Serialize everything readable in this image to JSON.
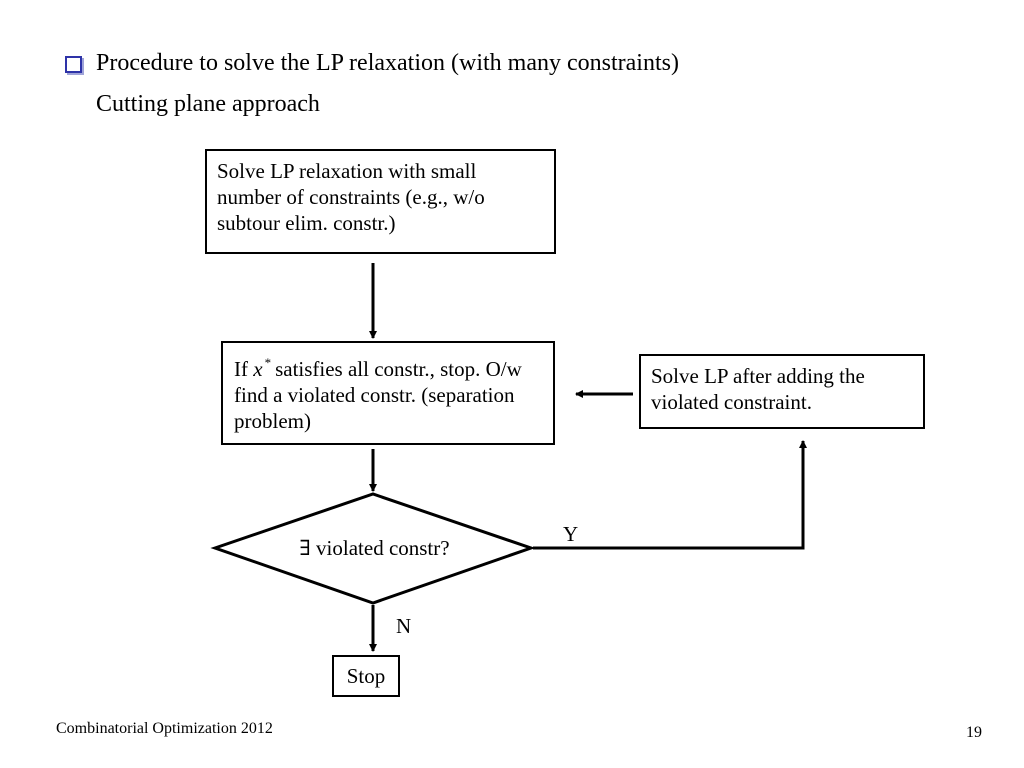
{
  "heading": "Procedure to solve the LP relaxation (with many constraints)",
  "subheading": "Cutting plane approach",
  "nodes": {
    "solve_small": "Solve LP relaxation with small number of constraints (e.g., w/o subtour elim. constr.)",
    "check": {
      "prefix": "If",
      "var": "x",
      "sup": "*",
      "suffix": "satisfies all constr., stop. O/w find a violated constr. (separation problem)"
    },
    "decision": "∃ violated constr?",
    "resolve": "Solve LP after adding the violated constraint.",
    "stop": "Stop"
  },
  "edges": {
    "yes_label": "Y",
    "no_label": "N"
  },
  "footer": {
    "course": "Combinatorial Optimization 2012",
    "page_number": "19"
  },
  "colors": {
    "bullet": "#2e33a8",
    "stroke": "#000000"
  }
}
